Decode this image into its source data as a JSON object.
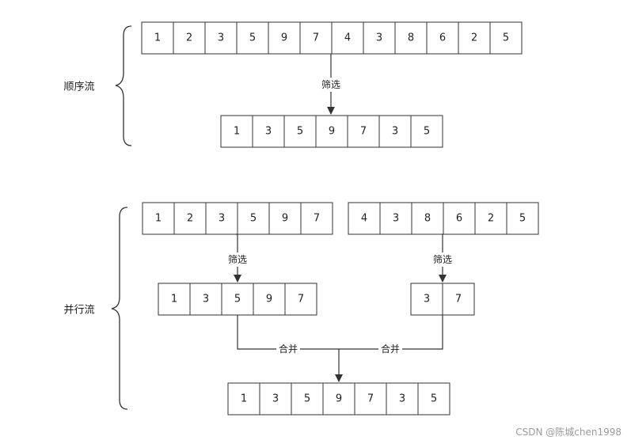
{
  "sequential": {
    "label": "顺序流",
    "source": [
      "1",
      "2",
      "3",
      "5",
      "9",
      "7",
      "4",
      "3",
      "8",
      "6",
      "2",
      "5"
    ],
    "filter_label": "筛选",
    "result": [
      "1",
      "3",
      "5",
      "9",
      "7",
      "3",
      "5"
    ]
  },
  "parallel": {
    "label": "并行流",
    "left_source": [
      "1",
      "2",
      "3",
      "5",
      "9",
      "7"
    ],
    "right_source": [
      "4",
      "3",
      "8",
      "6",
      "2",
      "5"
    ],
    "filter_label_left": "筛选",
    "filter_label_right": "筛选",
    "left_filtered": [
      "1",
      "3",
      "5",
      "9",
      "7"
    ],
    "right_filtered": [
      "3",
      "7"
    ],
    "merge_label_left": "合并",
    "merge_label_right": "合并",
    "result": [
      "1",
      "3",
      "5",
      "9",
      "7",
      "3",
      "5"
    ]
  },
  "watermark": "CSDN @陈城chen1998"
}
